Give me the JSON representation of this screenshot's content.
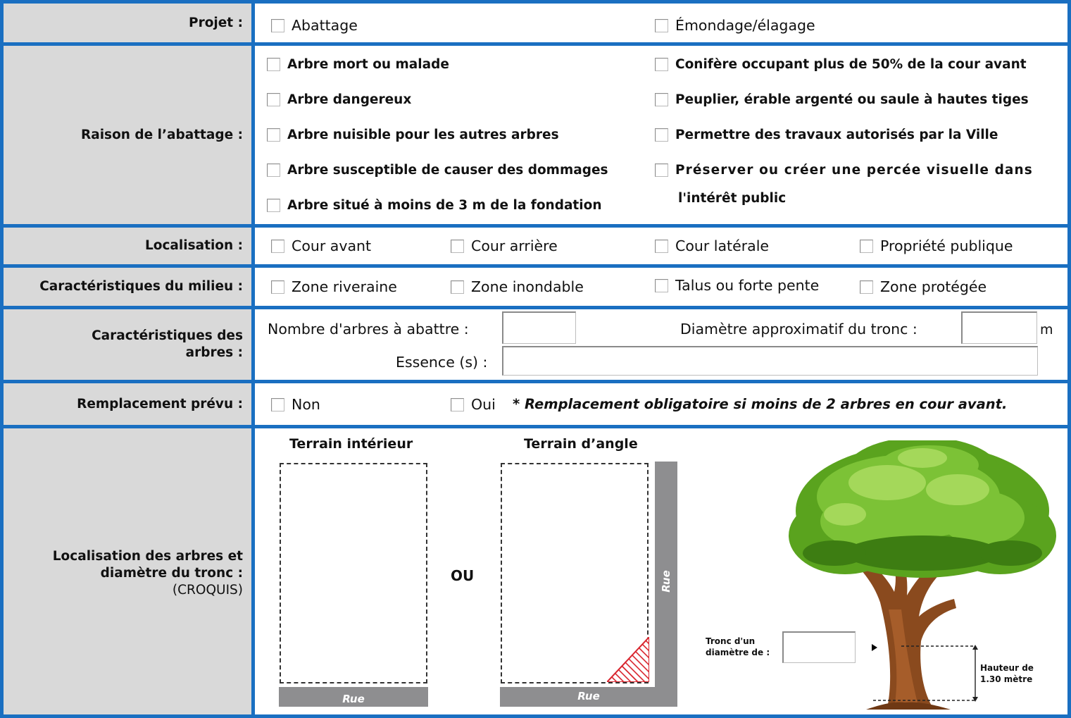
{
  "rows": {
    "projet": {
      "label": "Projet :",
      "options": [
        "Abattage",
        "Émondage/élagage"
      ]
    },
    "raison": {
      "label": "Raison de l’abattage :",
      "left": [
        "Arbre mort ou malade",
        "Arbre dangereux",
        "Arbre nuisible pour les autres arbres",
        "Arbre susceptible de causer des dommages",
        "Arbre situé à moins de 3 m de la fondation"
      ],
      "right": [
        "Conifère occupant plus de 50% de la cour avant",
        "Peuplier, érable argenté ou saule à hautes tiges",
        "Permettre des travaux autorisés par la Ville",
        "Préserver ou créer une percée visuelle dans",
        "l'intérêt public"
      ]
    },
    "localisation": {
      "label": "Localisation :",
      "options": [
        "Cour avant",
        "Cour arrière",
        "Cour latérale",
        "Propriété publique"
      ]
    },
    "milieu": {
      "label": "Caractéristiques du milieu :",
      "options": [
        "Zone riveraine",
        "Zone inondable",
        "Talus ou forte pente",
        "Zone protégée"
      ]
    },
    "arbres": {
      "label_line1": "Caractéristiques des",
      "label_line2": "arbres :",
      "nombre_label": "Nombre d'arbres à abattre :",
      "diametre_label": "Diamètre approximatif du tronc :",
      "unit": "m",
      "essence_label": "Essence (s) :"
    },
    "remplacement": {
      "label": "Remplacement prévu :",
      "options": [
        "Non",
        "Oui"
      ],
      "note": "* Remplacement obligatoire si moins de 2 arbres en cour avant."
    },
    "croquis": {
      "label_line1": "Localisation des arbres et",
      "label_line2": "diamètre du tronc :",
      "label_line3": "(CROQUIS)",
      "terrain_interieur": "Terrain intérieur",
      "terrain_angle": "Terrain d’angle",
      "ou": "OU",
      "rue": "Rue",
      "tronc_line1": "Tronc d'un",
      "tronc_line2": "diamètre de :",
      "hauteur_line1": "Hauteur de",
      "hauteur_line2": "1.30 mètre"
    }
  },
  "colors": {
    "border": "#1a6fc1",
    "label_bg": "#d9d9d9",
    "street": "#8e8e90",
    "hatch": "#d9262f"
  }
}
